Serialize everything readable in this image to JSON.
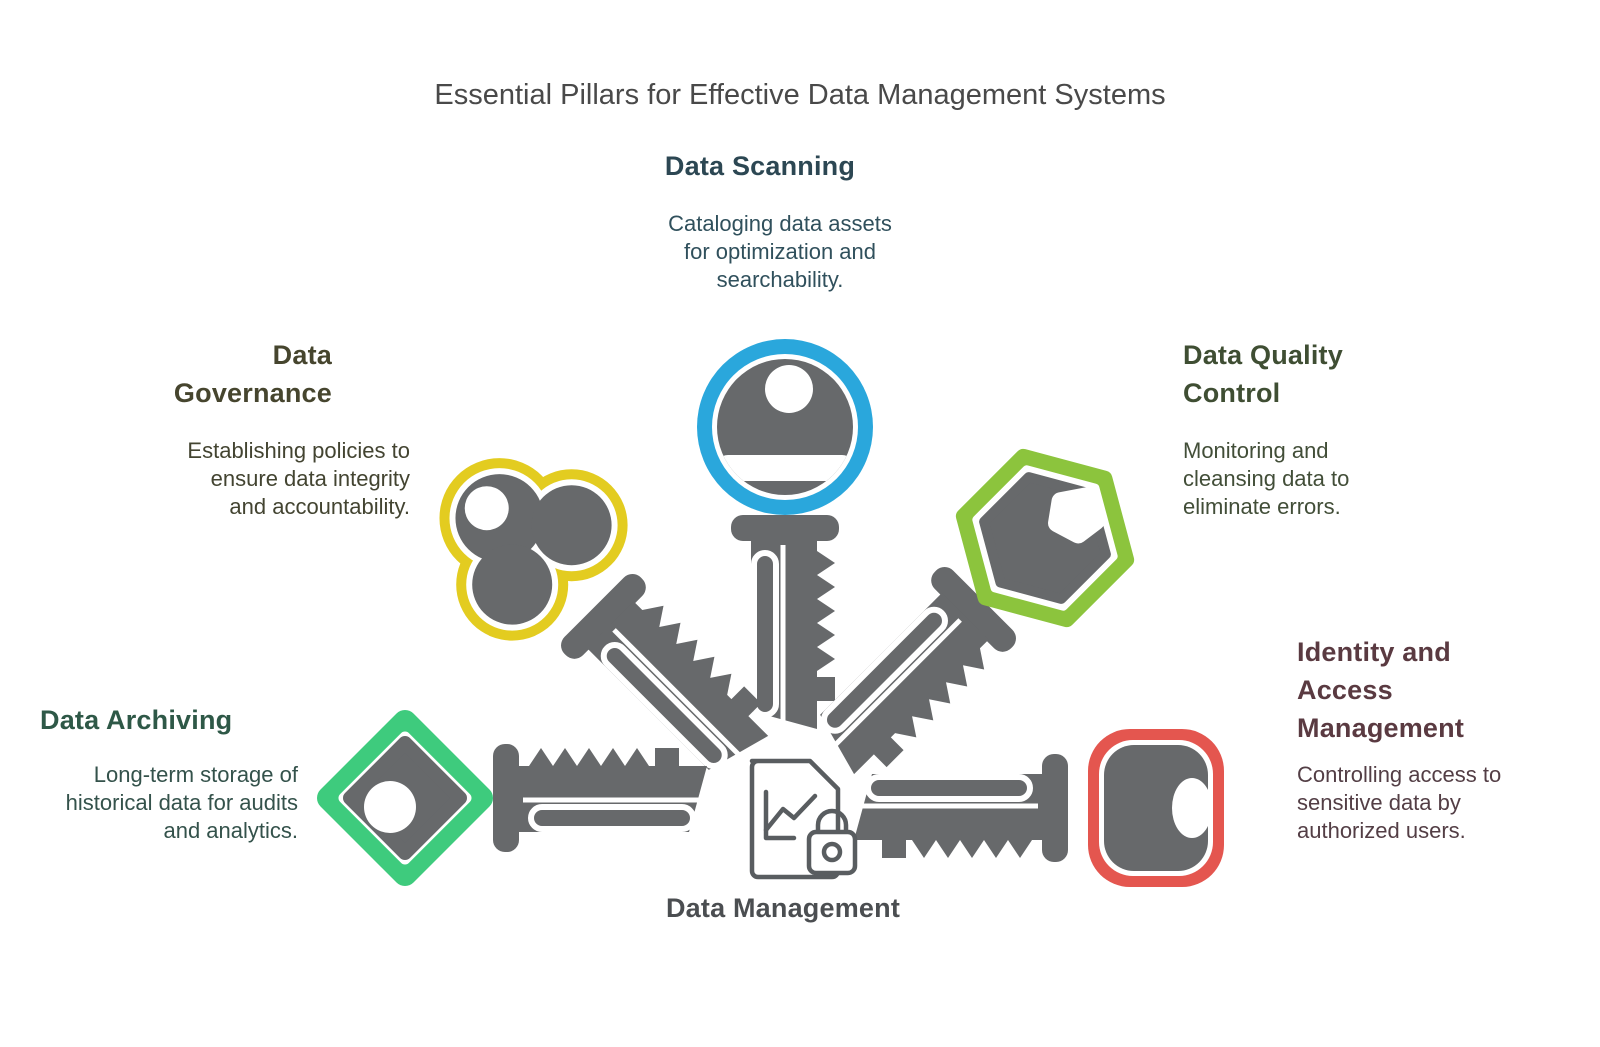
{
  "title": "Essential Pillars for Effective Data Management Systems",
  "title_color": "#494949",
  "colors": {
    "key_gray": "#67696b",
    "icon_stroke": "#595d60"
  },
  "center": {
    "label": "Data Management",
    "label_color": "#4b4e51",
    "icon": "document-chart-lock-icon"
  },
  "pillars": {
    "scanning": {
      "heading": "Data Scanning",
      "body": "Cataloging data assets\nfor optimization and\nsearchability.",
      "color": "#2aa7dc",
      "heading_color": "#2c4753",
      "body_color": "#30505c"
    },
    "governance": {
      "heading": "Data\nGovernance",
      "body": "Establishing policies to\nensure data integrity\nand accountability.",
      "color": "#e3cc20",
      "heading_color": "#46452e",
      "body_color": "#434431"
    },
    "quality": {
      "heading": "Data Quality\nControl",
      "body": "Monitoring and\ncleansing data to\neliminate errors.",
      "color": "#8cc43d",
      "heading_color": "#3f4e33",
      "body_color": "#424e38"
    },
    "archiving": {
      "heading": "Data Archiving",
      "body": "Long-term storage of\nhistorical data for audits\nand analytics.",
      "color": "#3ecb7d",
      "heading_color": "#2e5847",
      "body_color": "#34524b"
    },
    "identity": {
      "heading": "Identity and\nAccess\nManagement",
      "body": "Controlling access to\nsensitive data by\nauthorized users.",
      "color": "#e4564f",
      "heading_color": "#5a3a41",
      "body_color": "#533e45"
    }
  }
}
